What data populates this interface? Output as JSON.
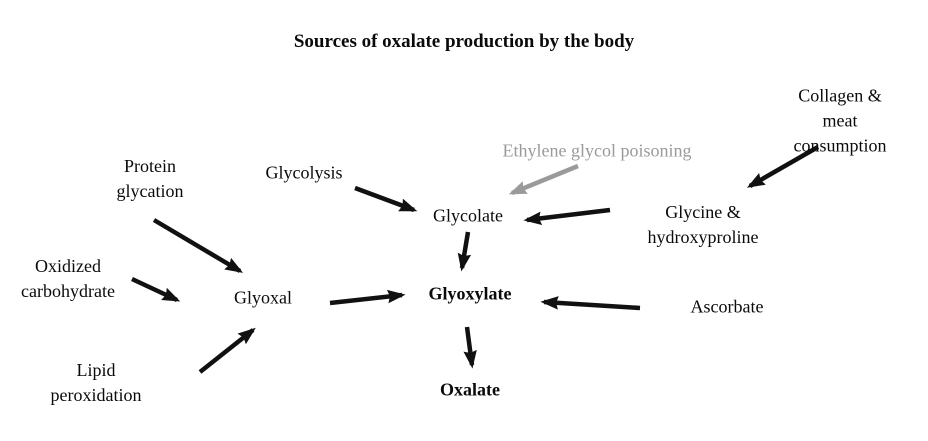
{
  "title": "Sources of oxalate production by the body",
  "colors": {
    "background": "#ffffff",
    "text": "#0a0a0a",
    "arrow": "#111111",
    "gray": "#9a9a9a"
  },
  "nodes": {
    "protein_glycation": {
      "label": "Protein\nglycation"
    },
    "glycolysis": {
      "label": "Glycolysis"
    },
    "ethylene_glycol_poisoning": {
      "label": "Ethylene glycol poisoning"
    },
    "collagen_meat_consumption": {
      "label": "Collagen & meat\nconsumption"
    },
    "oxidized_carbohydrate": {
      "label": "Oxidized\ncarbohydrate"
    },
    "glyoxal": {
      "label": "Glyoxal"
    },
    "glycolate": {
      "label": "Glycolate"
    },
    "glycine_hydroxyproline": {
      "label": "Glycine &\nhydroxyproline"
    },
    "lipid_peroxidation": {
      "label": "Lipid\nperoxidation"
    },
    "glyoxylate": {
      "label": "Glyoxylate"
    },
    "ascorbate": {
      "label": "Ascorbate"
    },
    "oxalate": {
      "label": "Oxalate"
    }
  },
  "edges": [
    {
      "from": "Protein glycation",
      "to": "Glyoxal",
      "color": "black"
    },
    {
      "from": "Oxidized carbohydrate",
      "to": "Glyoxal",
      "color": "black"
    },
    {
      "from": "Lipid peroxidation",
      "to": "Glyoxal",
      "color": "black"
    },
    {
      "from": "Glyoxal",
      "to": "Glyoxylate",
      "color": "black"
    },
    {
      "from": "Glycolysis",
      "to": "Glycolate",
      "color": "black"
    },
    {
      "from": "Ethylene glycol poisoning",
      "to": "Glycolate",
      "color": "gray"
    },
    {
      "from": "Glycine & hydroxyproline",
      "to": "Glycolate",
      "color": "black"
    },
    {
      "from": "Collagen & meat consumption",
      "to": "Glycine & hydroxyproline",
      "color": "black"
    },
    {
      "from": "Glycolate",
      "to": "Glyoxylate",
      "color": "black"
    },
    {
      "from": "Ascorbate",
      "to": "Glyoxylate",
      "color": "black"
    },
    {
      "from": "Glyoxylate",
      "to": "Oxalate",
      "color": "black"
    }
  ]
}
